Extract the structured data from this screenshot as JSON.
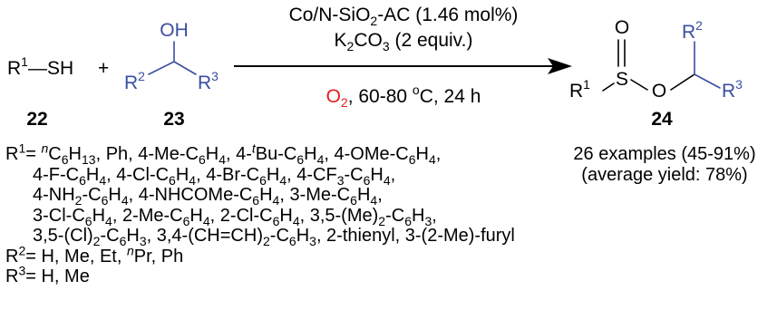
{
  "reactant1": {
    "label": "R",
    "label_sup": "1",
    "group": "—SH",
    "id": "22"
  },
  "plus": "+",
  "reactant2": {
    "atom_oh": "OH",
    "r2": "R",
    "r2_sup": "2",
    "r3": "R",
    "r3_sup": "3",
    "id": "23"
  },
  "conditions": {
    "catalyst": "Co/N-SiO",
    "catalyst_sub": "2",
    "catalyst_rest": "-AC (1.46 mol%)",
    "base": "K",
    "base_sub1": "2",
    "base_mid": "CO",
    "base_sub2": "3",
    "base_rest": " (2 equiv.)",
    "oxidant": "O",
    "oxidant_sub": "2",
    "oxidant_color": "#e02020",
    "rest": ", 60-80 ",
    "deg": "o",
    "rest2": "C, 24 h"
  },
  "product": {
    "atom_o_top": "O",
    "atom_s": "S",
    "atom_o": "O",
    "r1": "R",
    "r1_sup": "1",
    "r2": "R",
    "r2_sup": "2",
    "r3": "R",
    "r3_sup": "3",
    "id": "24"
  },
  "colors": {
    "blue": "#3b4ea1",
    "red": "#e02020",
    "black": "#000000"
  },
  "substituents": {
    "r1_lines": [
      "R<sup>1</sup>= <sup><i>n</i></sup>C<sub>6</sub>H<sub>13</sub>, Ph, 4-Me-C<sub>6</sub>H<sub>4</sub>, 4-<sup><i>t</i></sup>Bu-C<sub>6</sub>H<sub>4</sub>, 4-OMe-C<sub>6</sub>H<sub>4</sub>,",
      "4-F-C<sub>6</sub>H<sub>4</sub>, 4-Cl-C<sub>6</sub>H<sub>4</sub>, 4-Br-C<sub>6</sub>H<sub>4</sub>, 4-CF<sub>3</sub>-C<sub>6</sub>H<sub>4</sub>,",
      "4-NH<sub>2</sub>-C<sub>6</sub>H<sub>4</sub>, 4-NHCOMe-C<sub>6</sub>H<sub>4</sub>, 3-Me-C<sub>6</sub>H<sub>4</sub>,",
      "3-Cl-C<sub>6</sub>H<sub>4</sub>, 2-Me-C<sub>6</sub>H<sub>4</sub>, 2-Cl-C<sub>6</sub>H<sub>4</sub>, 3,5-(Me)<sub>2</sub>-C<sub>6</sub>H<sub>3</sub>,",
      "3,5-(Cl)<sub>2</sub>-C<sub>6</sub>H<sub>3</sub>, 3,4-(CH=CH)<sub>2</sub>-C<sub>6</sub>H<sub>3</sub>, 2-thienyl, 3-(2-Me)-furyl"
    ],
    "r2_line": "R<sup>2</sup>= H, Me, Et, <sup><i>n</i></sup>Pr, Ph",
    "r3_line": "R<sup>3</sup>= H, Me"
  },
  "summary": {
    "examples": "26 examples (45-91%)",
    "average": "(average yield: 78%)"
  }
}
